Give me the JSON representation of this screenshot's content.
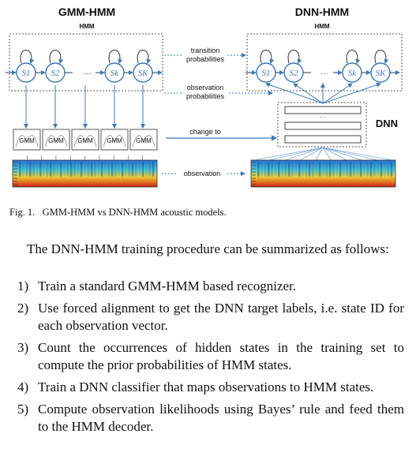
{
  "figure": {
    "left_title": "GMM-HMM",
    "left_subtitle": "HMM",
    "right_title": "DNN-HMM",
    "right_subtitle": "HMM",
    "states": [
      "S1",
      "S2",
      "Sk",
      "SK"
    ],
    "ellipsis": "···",
    "transition_label_1": "transition",
    "transition_label_2": "probabilities",
    "observation_prob_label_1": "observation",
    "observation_prob_label_2": "probabilities",
    "change_label": "change to",
    "observation_label": "observation",
    "gmm_box_label": "GMM",
    "dnn_label": "DNN",
    "dnn_dots": "···"
  },
  "caption": "Fig. 1.  GMM-HMM vs DNN-HMM acoustic models.",
  "paragraph": "The DNN-HMM training procedure can be summarized as follows:",
  "steps": [
    {
      "num": "1)",
      "text": "Train a standard GMM-HMM based recognizer."
    },
    {
      "num": "2)",
      "text": "Use forced alignment to get the DNN target labels, i.e. state ID for each observation vector."
    },
    {
      "num": "3)",
      "text": "Count the occurrences of hidden states in the training set to compute the prior probabilities of HMM states."
    },
    {
      "num": "4)",
      "text": "Train a DNN classifier that maps observations to HMM states."
    },
    {
      "num": "5)",
      "text": "Compute observation likelihoods using Bayes’ rule and feed them to the HMM decoder."
    }
  ],
  "colors": {
    "state_stroke": "#3f78b5",
    "dashed_border": "#555555",
    "spectrogram_low": "#1f3fa8",
    "spectrogram_high": "#e23b1e",
    "arrow": "#3f78b5"
  }
}
